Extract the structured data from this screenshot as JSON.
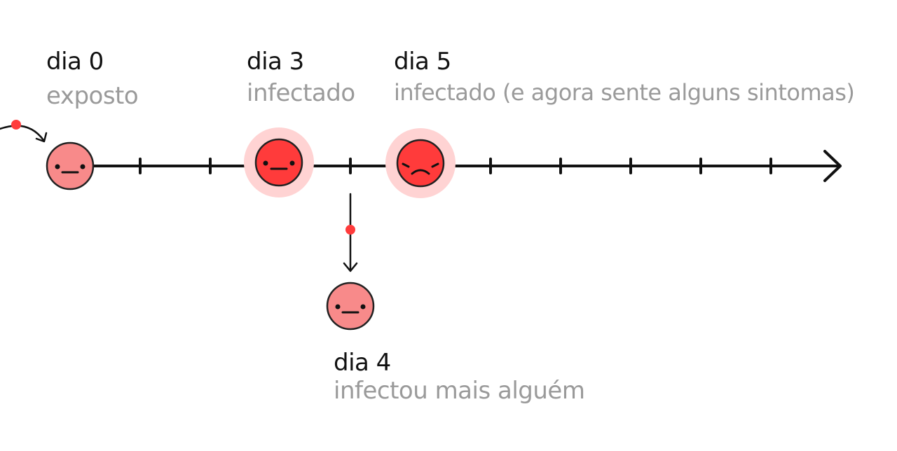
{
  "events": {
    "day0": {
      "day": "dia 0",
      "description": "exposto"
    },
    "day3": {
      "day": "dia 3",
      "description": "infectado"
    },
    "day5": {
      "day": "dia 5",
      "description": "infectado (e agora sente alguns sintomas)"
    },
    "day4": {
      "day": "dia 4",
      "description": "infectou mais alguém"
    }
  },
  "colors": {
    "ink": "#111111",
    "muted_text": "#9a9a9a",
    "exposed_face": "#f88a8a",
    "infected_face": "#ff3b3b",
    "infection_glow": "#ffd3d3",
    "transmission_dot": "#ff3b3b"
  },
  "icons": {
    "exposed": "neutral-face-icon",
    "infected": "neutral-face-icon",
    "symptomatic": "sad-face-icon",
    "transmission": "red-dot-icon"
  }
}
